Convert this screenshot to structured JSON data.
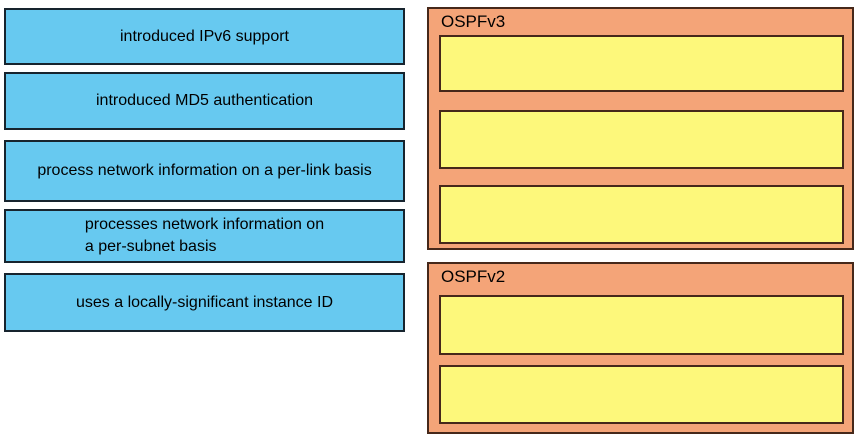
{
  "question": {
    "kind": "drag-and-drop-matching",
    "background": "#ffffff"
  },
  "colors": {
    "source_fill": "#67c9f0",
    "source_border": "#17242e",
    "target_fill": "#f4a478",
    "target_border": "#46281a",
    "slot_fill": "#fdf87b",
    "text": "#000000"
  },
  "source_items": [
    {
      "label": "introduced IPv6 support"
    },
    {
      "label": "introduced MD5 authentication"
    },
    {
      "label": "process network information on a per-link basis"
    },
    {
      "label": "processes network information on\na per-subnet basis"
    },
    {
      "label": "uses a locally-significant instance ID"
    }
  ],
  "targets": [
    {
      "title": "OSPFv3",
      "slot_count": 3,
      "slots": [
        "",
        "",
        ""
      ]
    },
    {
      "title": "OSPFv2",
      "slot_count": 2,
      "slots": [
        "",
        ""
      ]
    }
  ]
}
